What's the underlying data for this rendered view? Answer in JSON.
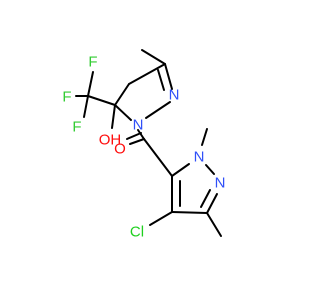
{
  "atom_labels": {
    "fluorine": "F",
    "hydroxyl": "OH",
    "nitrogen": "N",
    "oxygen": "O",
    "chlorine": "Cl"
  },
  "colors": {
    "bond": "#000000",
    "F": "#33cc33",
    "O": "#ff0d0d",
    "N": "#3050f8",
    "Cl": "#1fd01f"
  }
}
